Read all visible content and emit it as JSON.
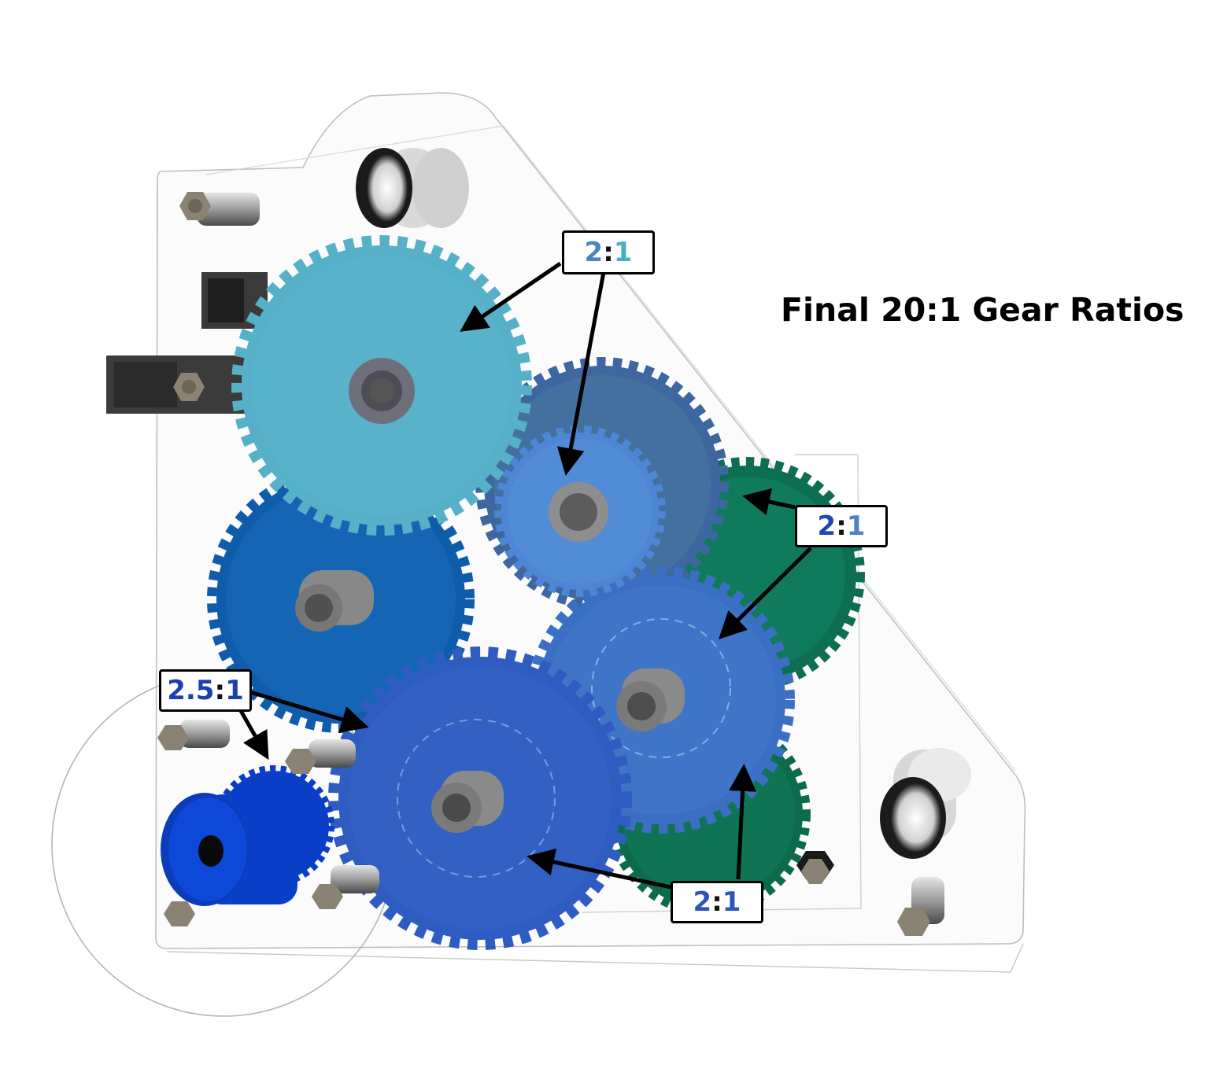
{
  "title": "Final 20:1 Gear Ratios",
  "labels": [
    {
      "id": "top",
      "left": "2",
      "colon": ":",
      "right": "1",
      "left_color": "#4f82c4",
      "right_color": "#41b2c6"
    },
    {
      "id": "right",
      "left": "2",
      "colon": ":",
      "right": "1",
      "left_color": "#1e47b4",
      "right_color": "#4f82c4"
    },
    {
      "id": "bottom-right",
      "left": "2",
      "colon": ":",
      "right": "1",
      "left_color": "#2d56b8",
      "right_color": "#2d56b8"
    },
    {
      "id": "bottom-left",
      "left": "2.5",
      "colon": ":",
      "right": "1",
      "left_color": "#1a3fb0",
      "right_color": "#1a3fb0"
    }
  ],
  "colors": {
    "gear_cyan": "#56b0c8",
    "gear_blue_light": "#4d86d4",
    "gear_blue_mid": "#3f6fb0",
    "gear_blue_dark": "#1a5fae",
    "gear_blue_royal": "#2e5cc0",
    "gear_green": "#0d6e52",
    "motor_blue": "#0b3ec8",
    "hardware_gray": "#8a8a8a",
    "arrow": "#000000"
  }
}
